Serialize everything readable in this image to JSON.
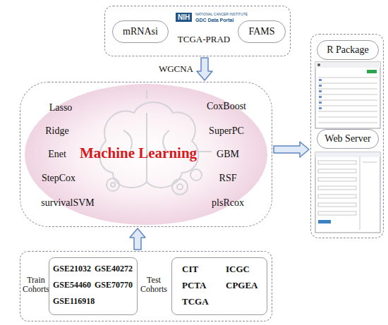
{
  "diagram": {
    "nodes": [
      {
        "text": []
      },
      {
        "text": [
          "mRNAsi"
        ],
        "in": 0
      },
      {
        "text": [
          "NIH",
          "NATIONAL CANCER INSTITUTE",
          "GDC Data Portal",
          "TCGA-PRAD"
        ],
        "in": 0
      },
      {
        "text": [
          "FAMS"
        ],
        "in": 0
      },
      {
        "text": [
          "Lasso",
          "Ridge",
          "Enet",
          "StepCox",
          "survivalSVM",
          "Machine Learning",
          "CoxBoost",
          "SuperPC",
          "GBM",
          "RSF",
          "plsRcox"
        ]
      },
      {
        "text": []
      },
      {
        "text": [
          "R Package"
        ],
        "in": 5
      },
      {
        "text": [
          "Web Server"
        ],
        "in": 5
      },
      {
        "text": [
          "Train Cohorts",
          "Test Cohorts"
        ]
      },
      {
        "text": [
          "GSE21032",
          "GSE40272",
          "GSE54460",
          "GSE70770",
          "GSE116918"
        ],
        "in": 8
      },
      {
        "text": [
          "CIT",
          "ICGC",
          "PCTA",
          "CPGEA",
          "TCGA"
        ],
        "in": 8
      }
    ],
    "edges": [
      {
        "from": 0,
        "to": 4,
        "label": "WGCNA",
        "arrow": "to"
      },
      {
        "from": 8,
        "to": 4,
        "arrow": "to"
      },
      {
        "from": 4,
        "to": 5,
        "arrow": "to"
      }
    ]
  }
}
